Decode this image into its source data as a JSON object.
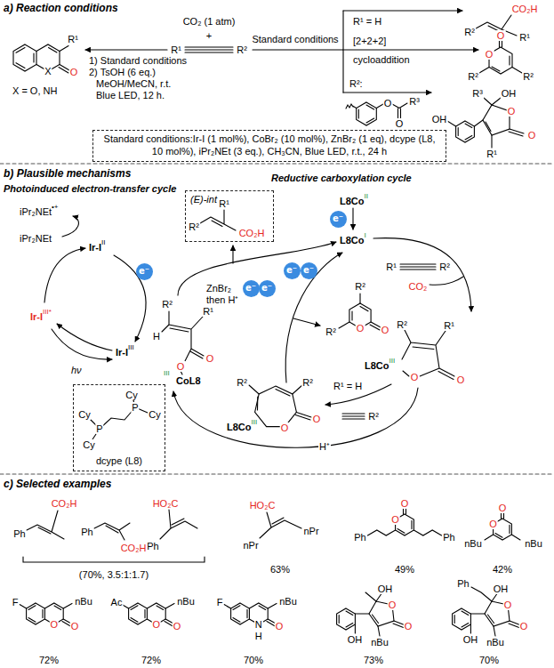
{
  "diagram": {
    "nodes": [
      {
        "text": [
          "Standard conditions:Ir-I (1 mol%), CoBr₂ (10 mol%), ZnBr₂ (1 eq), dcype (L8, 10 mol%), iPr₂NEt (3 eq.), CH₃CN, Blue LED, r.t., 24 h"
        ]
      },
      {
        "text": [
          "(E)-int"
        ]
      },
      {
        "text": [
          "e⁻"
        ]
      },
      {
        "text": [
          "e⁻"
        ]
      },
      {
        "text": [
          "e⁻"
        ]
      },
      {
        "text": [
          "e⁻"
        ]
      },
      {
        "text": [
          "e⁻"
        ]
      },
      {
        "text": [
          "e⁻"
        ]
      },
      {
        "text": [
          "dcype (L8)"
        ]
      }
    ],
    "labels": [
      "a) Reaction conditions",
      "R¹",
      "X",
      "O",
      "X = O, NH",
      "1) Standard conditions",
      "2) TsOH (6 eq.)",
      "MeOH/MeCN, r.t.",
      "Blue LED, 12 h.",
      "CO₂ (1 atm)",
      "+",
      "R¹",
      "R²",
      "Standard conditions",
      "R¹ = H",
      "[2+2+2]",
      "cycloaddition",
      "R²:",
      "O",
      "O",
      "R³",
      "CO₂H",
      "R²",
      "R¹",
      "O",
      "O",
      "R²",
      "R²",
      "R³",
      "OH",
      "O",
      "O",
      "OH",
      "R¹",
      "b) Plausible mechanisms",
      "Photoinduced electron-transfer cycle",
      "Reductive carboxylation cycle",
      "iPr₂NEt",
      "•+",
      "iPr₂NEt",
      "Ir-I",
      "II",
      "Ir-I",
      "III*",
      "Ir-I",
      "III",
      "hν",
      "R²",
      "R¹",
      "CO₂H",
      "L8Co",
      "II",
      "L8Co",
      "I",
      "R¹",
      "R²",
      "CO₂",
      "R²",
      "R¹",
      "L8Co",
      "III",
      "O",
      "O",
      "R²",
      "R²",
      "O",
      "O",
      "R²",
      "R²",
      "L8Co",
      "III",
      "O",
      "O",
      "R¹ = H",
      "R²",
      "H⁺",
      "R²",
      "H",
      "R¹",
      "O",
      "O",
      "III",
      "CoL8",
      "ZnBr₂",
      "then H⁺",
      "Cy",
      "Cy",
      "P",
      "P",
      "Cy",
      "Cy",
      "c) Selected examples",
      "CO₂H",
      "Ph",
      "Ph",
      "CO₂H",
      "HO₂C",
      "Ph",
      "(70%, 3.5:1:1.7)",
      "HO₂C",
      "nPr",
      "nPr",
      "63%",
      "O",
      "O",
      "Ph",
      "Ph",
      "49%",
      "O",
      "O",
      "nBu",
      "nBu",
      "42%",
      "F",
      "O",
      "O",
      "nBu",
      "72%",
      "Ac",
      "O",
      "O",
      "nBu",
      "72%",
      "F",
      "N",
      "H",
      "O",
      "nBu",
      "70%",
      "OH",
      "O",
      "O",
      "OH",
      "nBu",
      "73%",
      "Ph",
      "OH",
      "O",
      "O",
      "OH",
      "nBu",
      "70%"
    ]
  }
}
